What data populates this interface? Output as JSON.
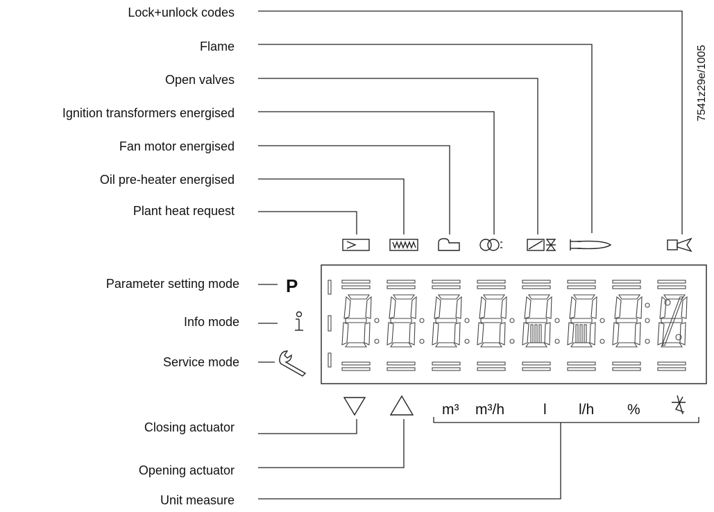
{
  "labels": {
    "lock_unlock": "Lock+unlock codes",
    "flame": "Flame",
    "open_valves": "Open valves",
    "ignition": "Ignition transformers energised",
    "fan_motor": "Fan motor energised",
    "oil_preheater": "Oil pre-heater energised",
    "plant_heat": "Plant heat request",
    "param_mode": "Parameter setting mode",
    "info_mode": "Info mode",
    "service_mode": "Service mode",
    "closing_actuator": "Closing actuator",
    "opening_actuator": "Opening actuator",
    "unit_measure": "Unit measure"
  },
  "mode_letter": "P",
  "units": {
    "m3": "m³",
    "m3h": "m³/h",
    "l": "l",
    "lh": "l/h",
    "pct": "%"
  },
  "doc_code": "7541z29e/1005",
  "icons": {
    "plant_heat": "plant-heat-request-icon",
    "oil_preheater": "oil-preheater-icon",
    "fan_motor": "fan-motor-icon",
    "ignition": "ignition-transformer-icon",
    "valves": "valve-icon",
    "flame": "flame-icon",
    "lock": "lock-code-icon",
    "info": "info-icon",
    "service": "wrench-icon",
    "closing": "down-triangle-icon",
    "opening": "up-triangle-icon",
    "fuel_valve": "fuel-valve-icon"
  }
}
